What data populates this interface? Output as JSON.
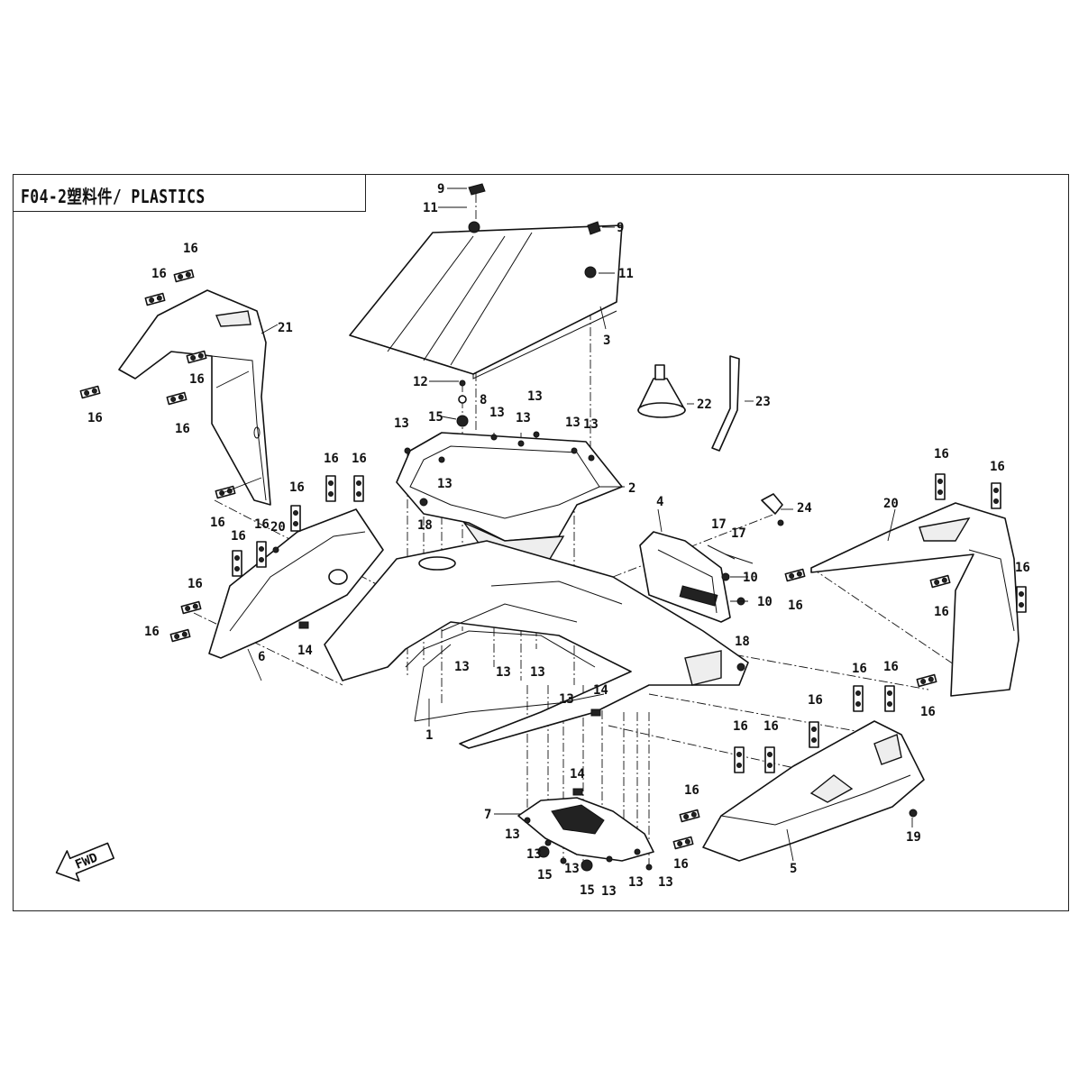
{
  "title": "F04-2塑料件/ PLASTICS",
  "fwd_label": "FWD",
  "callouts": {
    "c1": "1",
    "c2": "2",
    "c3": "3",
    "c4": "4",
    "c5": "5",
    "c6": "6",
    "c7": "7",
    "c8": "8",
    "c9": "9",
    "c10": "10",
    "c11": "11",
    "c12": "12",
    "c13": "13",
    "c14": "14",
    "c15": "15",
    "c16": "16",
    "c17": "17",
    "c18": "18",
    "c19": "19",
    "c20": "20",
    "c21": "21",
    "c22": "22",
    "c23": "23",
    "c24": "24"
  }
}
